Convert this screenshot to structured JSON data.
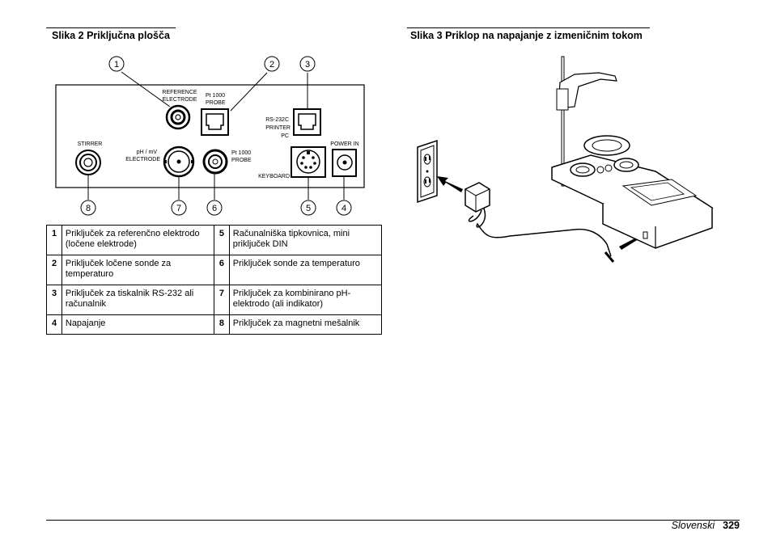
{
  "figure2": {
    "caption": "Slika 2  Priključna plošča",
    "callouts": [
      "1",
      "2",
      "3",
      "4",
      "5",
      "6",
      "7",
      "8"
    ],
    "labels": {
      "reference_electrode": [
        "REFERENCE",
        "ELECTRODE"
      ],
      "pt1000_top": [
        "Pt 1000",
        "PROBE"
      ],
      "rs232c": [
        "RS-232C",
        "PRINTER",
        "PC"
      ],
      "stirrer": "STIRRER",
      "ph_mv": [
        "pH / mV",
        "ELECTRODE"
      ],
      "pt1000_bottom": [
        "Pt 1000",
        "PROBE"
      ],
      "keyboard": "KEYBOARD",
      "power_in": "POWER IN"
    }
  },
  "figure3": {
    "caption": "Slika 3  Priklop na napajanje z izmeničnim tokom"
  },
  "legend_table": [
    [
      {
        "n": "1",
        "t": "Priključek za referenčno elektrodo (ločene elektrode)"
      },
      {
        "n": "5",
        "t": "Računalniška tipkovnica, mini priključek DIN"
      }
    ],
    [
      {
        "n": "2",
        "t": "Priključek ločene sonde za temperaturo"
      },
      {
        "n": "6",
        "t": "Priključek sonde za temperaturo"
      }
    ],
    [
      {
        "n": "3",
        "t": "Priključek za tiskalnik RS-232 ali računalnik"
      },
      {
        "n": "7",
        "t": "Priključek za kombinirano pH-elektrodo (ali indikator)"
      }
    ],
    [
      {
        "n": "4",
        "t": "Napajanje"
      },
      {
        "n": "8",
        "t": "Priključek za magnetni mešalnik"
      }
    ]
  ],
  "footer": {
    "language": "Slovenski",
    "page": "329"
  }
}
